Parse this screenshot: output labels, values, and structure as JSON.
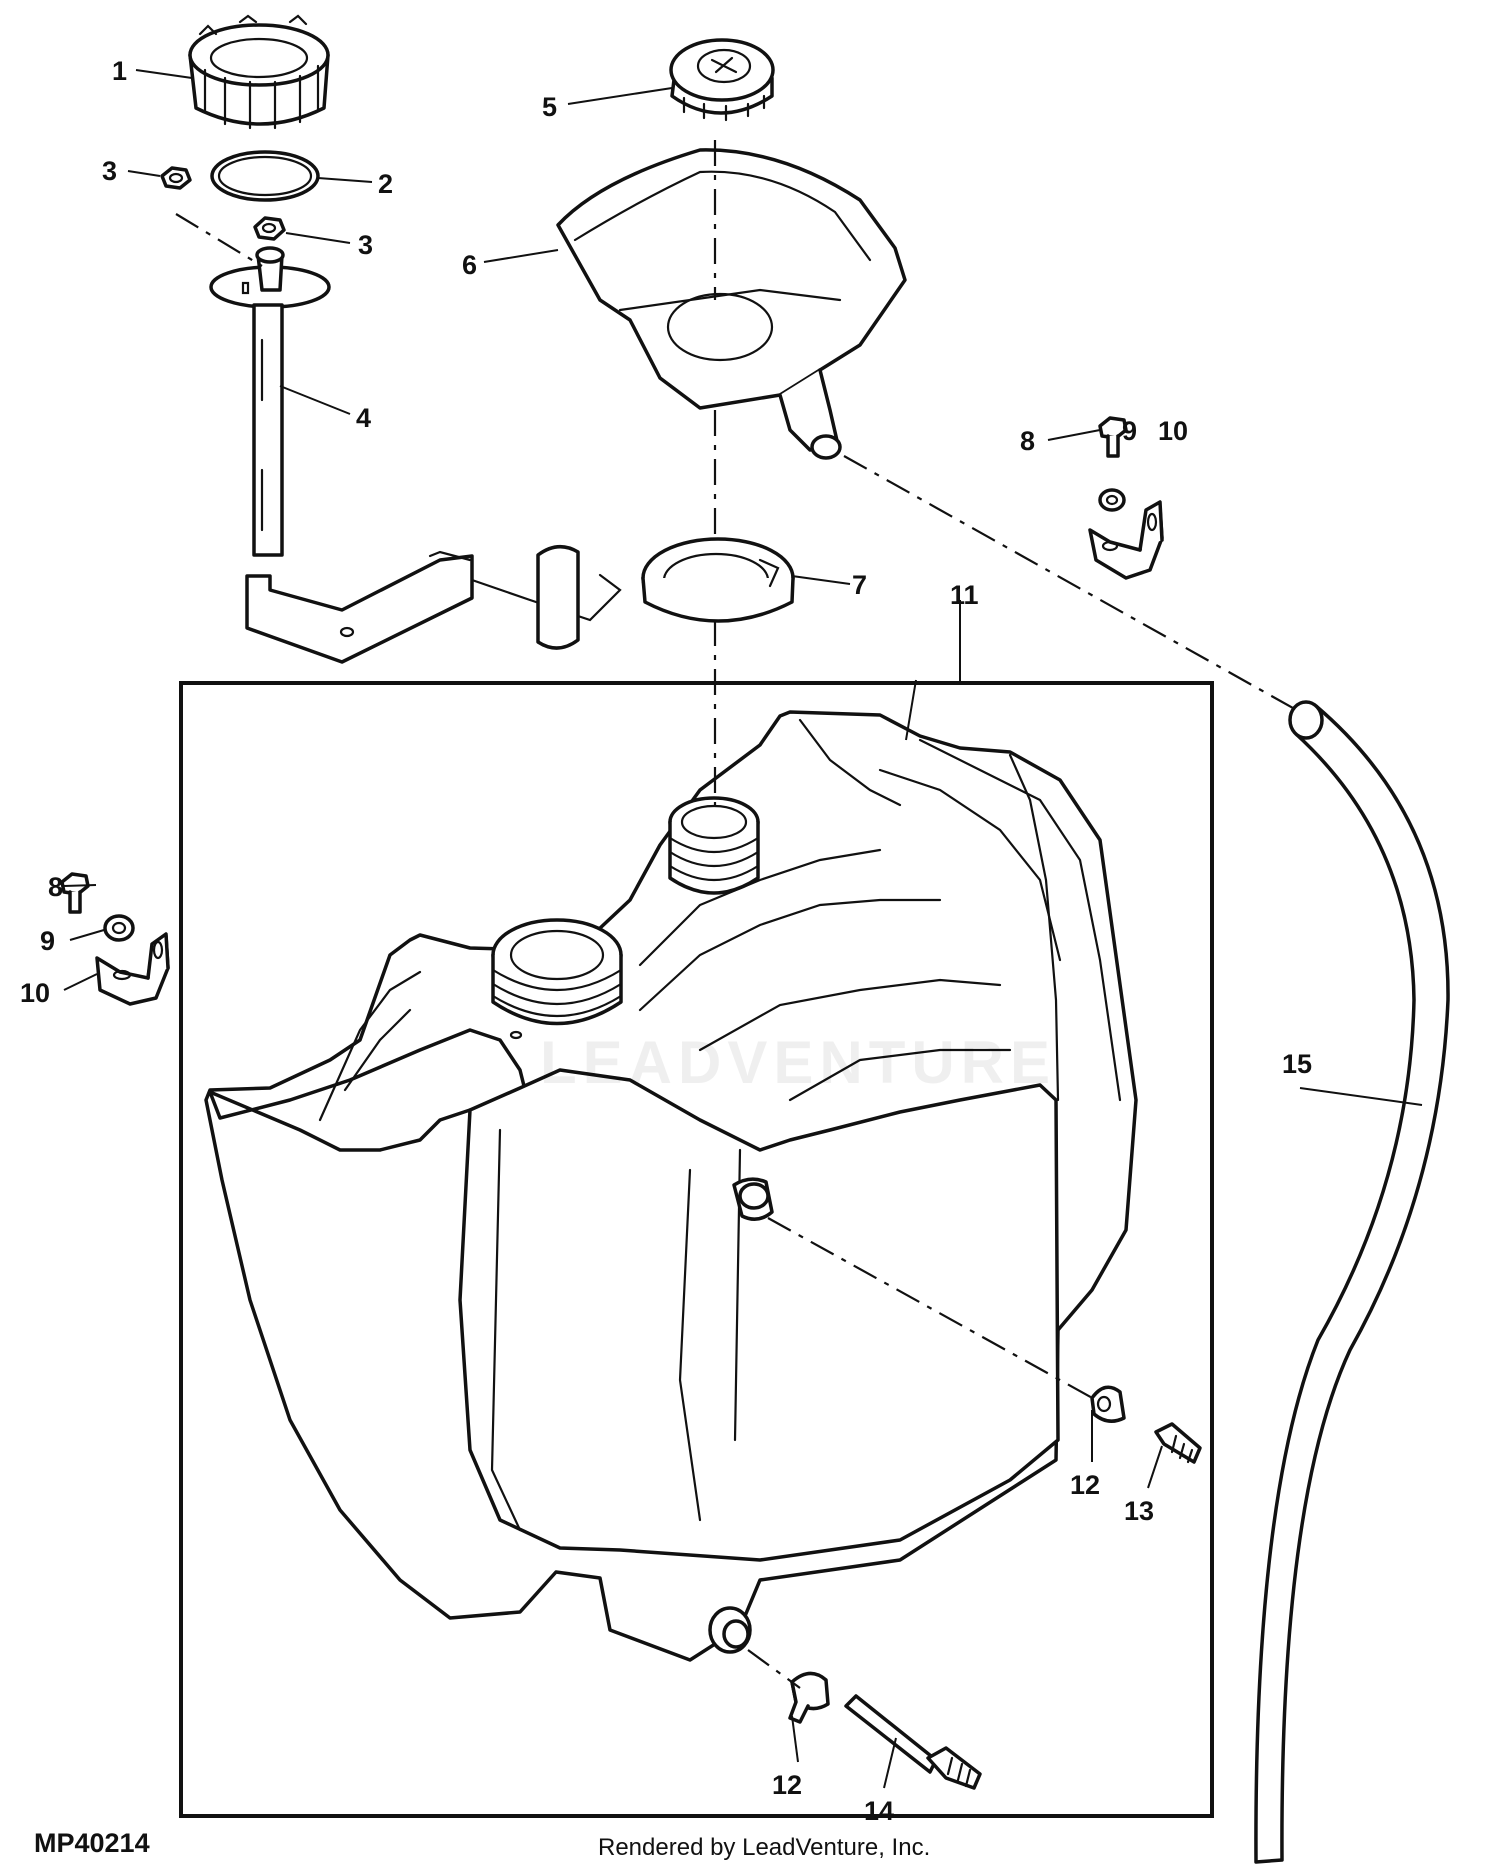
{
  "diagram": {
    "figure_code": "MP40214",
    "render_credit": "Rendered by LeadVenture, Inc.",
    "watermark_text": "LEADVENTURE",
    "callouts": [
      {
        "label": "1"
      },
      {
        "label": "2"
      },
      {
        "label": "3"
      },
      {
        "label": "3"
      },
      {
        "label": "4"
      },
      {
        "label": "5"
      },
      {
        "label": "6"
      },
      {
        "label": "7"
      },
      {
        "label": "8"
      },
      {
        "label": "9"
      },
      {
        "label": "10"
      },
      {
        "label": "11"
      },
      {
        "label": "8"
      },
      {
        "label": "9"
      },
      {
        "label": "10"
      },
      {
        "label": "12"
      },
      {
        "label": "13"
      },
      {
        "label": "12"
      },
      {
        "label": "14"
      },
      {
        "label": "15"
      }
    ],
    "parts": [
      {
        "id": "part-1",
        "icon": "filler-neck-ring-icon"
      },
      {
        "id": "part-2",
        "icon": "o-ring-icon"
      },
      {
        "id": "part-3",
        "icon": "nut-icon"
      },
      {
        "id": "part-4",
        "icon": "fuel-sender-icon"
      },
      {
        "id": "part-5",
        "icon": "fuel-cap-icon"
      },
      {
        "id": "part-6",
        "icon": "funnel-icon"
      },
      {
        "id": "part-7",
        "icon": "gasket-ring-icon"
      },
      {
        "id": "part-8",
        "icon": "bolt-icon"
      },
      {
        "id": "part-9",
        "icon": "washer-icon"
      },
      {
        "id": "part-10",
        "icon": "bracket-icon"
      },
      {
        "id": "part-11",
        "icon": "fuel-tank-icon"
      },
      {
        "id": "part-12",
        "icon": "hose-clamp-icon"
      },
      {
        "id": "part-13",
        "icon": "elbow-fitting-icon"
      },
      {
        "id": "part-14",
        "icon": "barb-fitting-icon"
      },
      {
        "id": "part-15",
        "icon": "fuel-hose-icon"
      }
    ]
  }
}
